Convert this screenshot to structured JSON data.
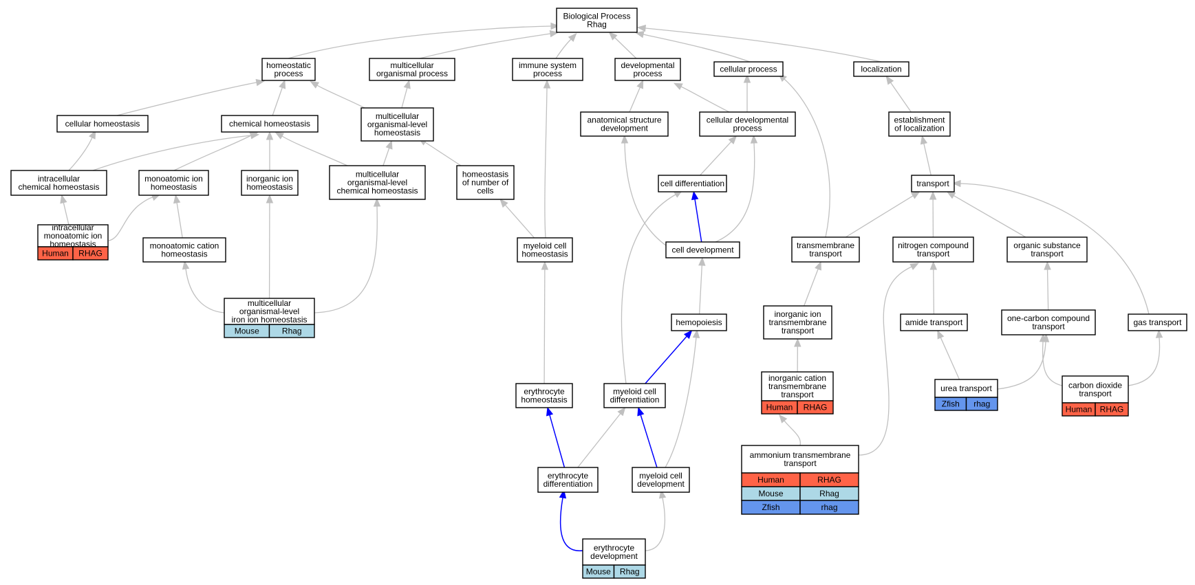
{
  "colors": {
    "human": "#ff6347",
    "mouse": "#add8e6",
    "zfish": "#6495ed",
    "edge_gray": "#c0c0c0",
    "edge_blue": "#0000ff"
  },
  "nodes": [
    {
      "id": "bp",
      "lines": [
        "Biological Process",
        "Rhag"
      ]
    },
    {
      "id": "homeo",
      "lines": [
        "homeostatic",
        "process"
      ]
    },
    {
      "id": "multiorg",
      "lines": [
        "multicellular",
        "organismal process"
      ]
    },
    {
      "id": "immune",
      "lines": [
        "immune system",
        "process"
      ]
    },
    {
      "id": "devproc",
      "lines": [
        "developmental",
        "process"
      ]
    },
    {
      "id": "cellproc",
      "lines": [
        "cellular process"
      ]
    },
    {
      "id": "local",
      "lines": [
        "localization"
      ]
    },
    {
      "id": "cellhomeo",
      "lines": [
        "cellular homeostasis"
      ]
    },
    {
      "id": "chemhomeo",
      "lines": [
        "chemical homeostasis"
      ]
    },
    {
      "id": "mlhomeo",
      "lines": [
        "multicellular",
        "organismal-level",
        "homeostasis"
      ]
    },
    {
      "id": "anat",
      "lines": [
        "anatomical structure",
        "development"
      ]
    },
    {
      "id": "celldevproc",
      "lines": [
        "cellular developmental",
        "process"
      ]
    },
    {
      "id": "estab",
      "lines": [
        "establishment",
        "of localization"
      ]
    },
    {
      "id": "icchem",
      "lines": [
        "intracellular",
        "chemical homeostasis"
      ]
    },
    {
      "id": "maion",
      "lines": [
        "monoatomic ion",
        "homeostasis"
      ]
    },
    {
      "id": "inion",
      "lines": [
        "inorganic ion",
        "homeostasis"
      ]
    },
    {
      "id": "mlchem",
      "lines": [
        "multicellular",
        "organismal-level",
        "chemical homeostasis"
      ]
    },
    {
      "id": "numcells",
      "lines": [
        "homeostasis",
        "of number of",
        "cells"
      ]
    },
    {
      "id": "celldiff",
      "lines": [
        "cell differentiation"
      ]
    },
    {
      "id": "transport",
      "lines": [
        "transport"
      ]
    },
    {
      "id": "icmaion",
      "lines": [
        "intracellular",
        "monoatomic ion",
        "homeostasis"
      ],
      "anno": [
        [
          "Human",
          "RHAG"
        ]
      ],
      "annoColor": [
        "human"
      ]
    },
    {
      "id": "macation",
      "lines": [
        "monoatomic cation",
        "homeostasis"
      ]
    },
    {
      "id": "myhomeo",
      "lines": [
        "myeloid cell",
        "homeostasis"
      ]
    },
    {
      "id": "celldev",
      "lines": [
        "cell development"
      ]
    },
    {
      "id": "tmtrans",
      "lines": [
        "transmembrane",
        "transport"
      ]
    },
    {
      "id": "nitro",
      "lines": [
        "nitrogen compound",
        "transport"
      ]
    },
    {
      "id": "orgsub",
      "lines": [
        "organic substance",
        "transport"
      ]
    },
    {
      "id": "mliron",
      "lines": [
        "multicellular",
        "organismal-level",
        "iron ion homeostasis"
      ],
      "anno": [
        [
          "Mouse",
          "Rhag"
        ]
      ],
      "annoColor": [
        "mouse"
      ]
    },
    {
      "id": "hemo",
      "lines": [
        "hemopoiesis"
      ]
    },
    {
      "id": "inortm",
      "lines": [
        "inorganic ion",
        "transmembrane",
        "transport"
      ]
    },
    {
      "id": "amide",
      "lines": [
        "amide transport"
      ]
    },
    {
      "id": "onecarbon",
      "lines": [
        "one-carbon compound",
        "transport"
      ]
    },
    {
      "id": "gas",
      "lines": [
        "gas transport"
      ]
    },
    {
      "id": "eryhomeo",
      "lines": [
        "erythrocyte",
        "homeostasis"
      ]
    },
    {
      "id": "mydiff",
      "lines": [
        "myeloid cell",
        "differentiation"
      ]
    },
    {
      "id": "inorcat",
      "lines": [
        "inorganic cation",
        "transmembrane",
        "transport"
      ],
      "anno": [
        [
          "Human",
          "RHAG"
        ]
      ],
      "annoColor": [
        "human"
      ]
    },
    {
      "id": "urea",
      "lines": [
        "urea transport"
      ],
      "anno": [
        [
          "Zfish",
          "rhag"
        ]
      ],
      "annoColor": [
        "zfish"
      ]
    },
    {
      "id": "co2",
      "lines": [
        "carbon dioxide",
        "transport"
      ],
      "anno": [
        [
          "Human",
          "RHAG"
        ]
      ],
      "annoColor": [
        "human"
      ]
    },
    {
      "id": "amm",
      "lines": [
        "ammonium transmembrane",
        "transport"
      ],
      "anno": [
        [
          "Human",
          "RHAG"
        ],
        [
          "Mouse",
          "Rhag"
        ],
        [
          "Zfish",
          "rhag"
        ]
      ],
      "annoColor": [
        "human",
        "mouse",
        "zfish"
      ]
    },
    {
      "id": "erydiff",
      "lines": [
        "erythrocyte",
        "differentiation"
      ]
    },
    {
      "id": "mydev",
      "lines": [
        "myeloid cell",
        "development"
      ]
    },
    {
      "id": "erydev",
      "lines": [
        "erythrocyte",
        "development"
      ],
      "anno": [
        [
          "Mouse",
          "Rhag"
        ]
      ],
      "annoColor": [
        "mouse"
      ]
    }
  ],
  "edges": [
    {
      "from": "homeo",
      "to": "bp",
      "color": "gray"
    },
    {
      "from": "multiorg",
      "to": "bp",
      "color": "gray"
    },
    {
      "from": "immune",
      "to": "bp",
      "color": "gray"
    },
    {
      "from": "devproc",
      "to": "bp",
      "color": "gray"
    },
    {
      "from": "cellproc",
      "to": "bp",
      "color": "gray"
    },
    {
      "from": "local",
      "to": "bp",
      "color": "gray"
    },
    {
      "from": "cellhomeo",
      "to": "homeo",
      "color": "gray"
    },
    {
      "from": "chemhomeo",
      "to": "homeo",
      "color": "gray"
    },
    {
      "from": "mlhomeo",
      "to": "homeo",
      "color": "gray"
    },
    {
      "from": "mlhomeo",
      "to": "multiorg",
      "color": "gray"
    },
    {
      "from": "anat",
      "to": "devproc",
      "color": "gray"
    },
    {
      "from": "celldevproc",
      "to": "devproc",
      "color": "gray"
    },
    {
      "from": "celldevproc",
      "to": "cellproc",
      "color": "gray"
    },
    {
      "from": "estab",
      "to": "local",
      "color": "gray"
    },
    {
      "from": "icchem",
      "to": "cellhomeo",
      "color": "gray"
    },
    {
      "from": "icchem",
      "to": "chemhomeo",
      "color": "gray"
    },
    {
      "from": "maion",
      "to": "chemhomeo",
      "color": "gray"
    },
    {
      "from": "inion",
      "to": "chemhomeo",
      "color": "gray"
    },
    {
      "from": "mlchem",
      "to": "chemhomeo",
      "color": "gray"
    },
    {
      "from": "mlchem",
      "to": "mlhomeo",
      "color": "gray"
    },
    {
      "from": "numcells",
      "to": "mlhomeo",
      "color": "gray"
    },
    {
      "from": "celldiff",
      "to": "celldevproc",
      "color": "gray"
    },
    {
      "from": "transport",
      "to": "estab",
      "color": "gray"
    },
    {
      "from": "icmaion",
      "to": "icchem",
      "color": "gray"
    },
    {
      "from": "icmaion",
      "to": "maion",
      "color": "gray"
    },
    {
      "from": "macation",
      "to": "maion",
      "color": "gray"
    },
    {
      "from": "myhomeo",
      "to": "numcells",
      "color": "gray"
    },
    {
      "from": "myhomeo",
      "to": "immune",
      "color": "gray"
    },
    {
      "from": "celldev",
      "to": "celldiff",
      "color": "blue"
    },
    {
      "from": "celldev",
      "to": "anat",
      "color": "gray"
    },
    {
      "from": "celldev",
      "to": "celldevproc",
      "color": "gray"
    },
    {
      "from": "tmtrans",
      "to": "transport",
      "color": "gray"
    },
    {
      "from": "tmtrans",
      "to": "cellproc",
      "color": "gray"
    },
    {
      "from": "nitro",
      "to": "transport",
      "color": "gray"
    },
    {
      "from": "orgsub",
      "to": "transport",
      "color": "gray"
    },
    {
      "from": "gas",
      "to": "transport",
      "color": "gray"
    },
    {
      "from": "mliron",
      "to": "macation",
      "color": "gray"
    },
    {
      "from": "mliron",
      "to": "inion",
      "color": "gray"
    },
    {
      "from": "mliron",
      "to": "mlchem",
      "color": "gray"
    },
    {
      "from": "hemo",
      "to": "celldev",
      "color": "gray"
    },
    {
      "from": "inortm",
      "to": "tmtrans",
      "color": "gray"
    },
    {
      "from": "amide",
      "to": "nitro",
      "color": "gray"
    },
    {
      "from": "onecarbon",
      "to": "orgsub",
      "color": "gray"
    },
    {
      "from": "eryhomeo",
      "to": "myhomeo",
      "color": "gray"
    },
    {
      "from": "mydiff",
      "to": "hemo",
      "color": "blue"
    },
    {
      "from": "mydiff",
      "to": "celldiff",
      "color": "gray"
    },
    {
      "from": "inorcat",
      "to": "inortm",
      "color": "gray"
    },
    {
      "from": "urea",
      "to": "amide",
      "color": "gray"
    },
    {
      "from": "urea",
      "to": "onecarbon",
      "color": "gray"
    },
    {
      "from": "co2",
      "to": "onecarbon",
      "color": "gray"
    },
    {
      "from": "co2",
      "to": "gas",
      "color": "gray"
    },
    {
      "from": "amm",
      "to": "inorcat",
      "color": "gray"
    },
    {
      "from": "amm",
      "to": "nitro",
      "color": "gray"
    },
    {
      "from": "erydiff",
      "to": "eryhomeo",
      "color": "blue"
    },
    {
      "from": "erydiff",
      "to": "mydiff",
      "color": "gray"
    },
    {
      "from": "mydev",
      "to": "mydiff",
      "color": "blue"
    },
    {
      "from": "mydev",
      "to": "hemo",
      "color": "gray"
    },
    {
      "from": "erydev",
      "to": "erydiff",
      "color": "blue"
    },
    {
      "from": "erydev",
      "to": "mydev",
      "color": "gray"
    }
  ]
}
